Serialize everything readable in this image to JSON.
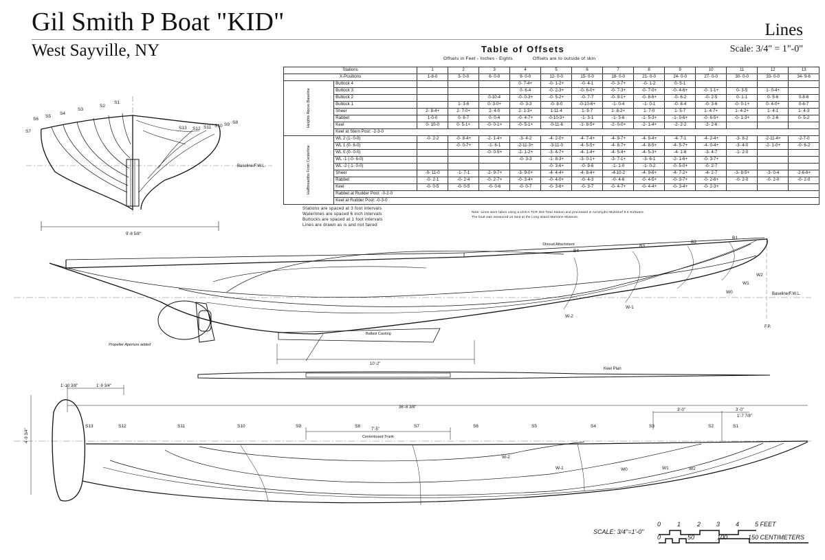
{
  "title": "Gil Smith P Boat \"KID\"",
  "subtitle": "West Sayville, NY",
  "sheet": "Lines",
  "scale_text": "Scale: 3/4\" = 1\"-0\"",
  "table": {
    "title": "Table of Offsets",
    "sub1": "Offsets in Feet - Inches - Eights",
    "sub2": "Offsets are to outside of skin",
    "station_hdr": "Stations",
    "xpos_hdr": "X-Positions",
    "stations": [
      "1",
      "2",
      "3",
      "4",
      "5",
      "6",
      "7",
      "8",
      "9",
      "10",
      "11",
      "12",
      "13"
    ],
    "xpos": [
      "1-8-0",
      "3- 0-0",
      "6- 0-0",
      "9- 0-0",
      "12- 0-0",
      "15- 0-0",
      "18- 0-0",
      "21- 0-0",
      "24- 0-0",
      "27- 0-0",
      "30- 0-0",
      "33- 0-0",
      "34- 9-6"
    ],
    "group1": "Heights Above Baseline",
    "group2": "Halfbreadths From Centerline",
    "rows1": [
      {
        "label": "Buttock 4",
        "cells": [
          "",
          "",
          "",
          "0- 7-4+",
          "-0- 1-2+",
          "-0- 4-1",
          "-0- 3-7+",
          "-0- 1-2",
          "0- 5-1",
          "",
          "",
          "",
          ""
        ]
      },
      {
        "label": "Buttock 3",
        "cells": [
          "",
          "",
          "",
          "0- 6-4",
          "-0- 2-3+",
          "-0- 6-0+",
          "-0- 7-3+",
          "-0- 7-0+",
          "-0- 4-6+",
          "-0- 1-1+",
          "0- 3-5",
          "1- 0-4+",
          ""
        ]
      },
      {
        "label": "Buttock 2",
        "cells": [
          "",
          "",
          "0-10-4",
          "-0- 0-3+",
          "-0- 5-2+",
          "-0- 7-7",
          "-0- 9-1+",
          "-0- 8-6+",
          "-0- 6-2",
          "-0- 2-5",
          "0- 1-1",
          "0- 5-6",
          "0-8-6"
        ]
      },
      {
        "label": "Buttock 1",
        "cells": [
          "",
          "1- 3-6",
          "0- 3-0+",
          "-0- 3-3",
          "-0- 8-0",
          "-0-10-6+",
          "-1- 0-4",
          "-1- 0-1",
          "-0- 8-4",
          "-0- 3-6",
          "-0- 0-1+",
          "0- 4-0+",
          "0-6-7"
        ]
      },
      {
        "label": "Sheer",
        "cells": [
          "2- 8-4+",
          "2- 7-0+",
          "2- 4-0",
          "2- 1-3+",
          "1-11-4",
          "1- 9-7",
          "1- 8-2+",
          "1- 7-0",
          "1- 5-7",
          "1- 4-7+",
          "1- 4-2+",
          "1- 4-1",
          "1- 4-3"
        ]
      },
      {
        "label": "Rabbet",
        "cells": [
          "1-0-0",
          "0- 6-7",
          "0- 0-4",
          "-0- 4-7+",
          "-0-10-3+",
          "-1- 3-1",
          "-1- 5-6",
          "-1- 5-3+",
          "-1- 0-6+",
          "-0- 6-5+",
          "-0- 1-3+",
          "0- 2-6",
          "0- 5-2"
        ]
      },
      {
        "label": "Keel",
        "cells": [
          "0- 10-0",
          "0- 5-1+",
          "-0- 0-1+",
          "-0- 5-1+",
          "-0-11-6",
          "-1- 8-5+",
          "-2- 0-0+",
          "-2- 1-4+",
          "-2- 2-2",
          "-2- 2-6",
          "",
          "",
          ""
        ]
      }
    ],
    "stern_post": "Keel at Stern Post: -2-3-0",
    "rows2": [
      {
        "label": "WL 2  (1- 0-0)",
        "cells": [
          "-0- 2-2",
          "-0- 8-4+",
          "-2- 1-4+",
          "-3- 4-2",
          "-4- 2-0+",
          "-4- 7-4+",
          "-4- 9-7+",
          "-4- 9-4+",
          "-4- 7-1",
          "-4- 2-4+",
          "-3- 8-2",
          "-2-11-4+",
          "-2-7-0"
        ]
      },
      {
        "label": "WL 1  (0- 6-0)",
        "cells": [
          "",
          "-0- 0-7+",
          "-1- 6-1",
          "-2-11-3+",
          "-3-11-0",
          "-4- 5-5+",
          "-4- 8-7+",
          "-4- 8-5+",
          "-4- 5-7+",
          "-4- 0-4+",
          "-3- 4-0",
          "-2- 1-0+",
          "-0- 6-2"
        ]
      },
      {
        "label": "WL 0  (0- 0-0)",
        "cells": [
          "",
          "",
          "-0- 0-5+",
          "-2- 1-2+",
          "-3- 4-7+",
          "-4- 1-4+",
          "-4- 5-4+",
          "-4- 5-3+",
          "-4- 1-6",
          "-3- 4-7",
          "-1- 2-0",
          "",
          ""
        ]
      },
      {
        "label": "WL -1  (-0- 6-0)",
        "cells": [
          "",
          "",
          "",
          "-0- 3-3",
          "-1- 8-3+",
          "-3- 0-1+",
          "-3- 7-1+",
          "-3- 6-1",
          "-2- 1-6+",
          "-0- 3-7+",
          "",
          "",
          ""
        ]
      },
      {
        "label": "WL -2  (-1- 0-0)",
        "cells": [
          "",
          "",
          "",
          "",
          "-0- 3-6+",
          "-0- 9-6",
          "-1- 1-0",
          "-1- 0-2",
          "-0- 5-0+",
          "-0- 2-7",
          "",
          "",
          ""
        ]
      },
      {
        "label": "Sheer",
        "cells": [
          "-0- 11-0",
          "-1- 7-1",
          "-2- 9-7+",
          "-3- 9-0+",
          "-4- 4-4+",
          "-4- 8-4+",
          "-4-10-2",
          "-4- 9-6+",
          "-4- 7-2+",
          "-4- 2-7",
          "-3- 8-5+",
          "-3- 0-4",
          "-2-6-6+"
        ]
      },
      {
        "label": "Rabbet",
        "cells": [
          "-0- 2-1",
          "-0- 2-4",
          "-0- 2-7+",
          "-0- 3-4+",
          "-0- 4-0+",
          "-0- 4-3",
          "-0- 4-6",
          "-0- 4-5+",
          "-0- 3-7+",
          "-0- 2-6+",
          "-0- 2-0",
          "-0- 2-0",
          "-0- 2-0"
        ]
      },
      {
        "label": "Keel",
        "cells": [
          "-0- 0-5",
          "-0- 0-5",
          "-0- 0-6",
          "-0- 0-7",
          "-0- 3-6+",
          "-0- 3-7",
          "-0- 4-7+",
          "-0- 4-4+",
          "-0- 3-4+",
          "-0- 2-3+",
          "",
          "",
          ""
        ]
      }
    ],
    "rudder_rabbet": "Rabbet at Rudder Post: -0-2-0",
    "rudder_keel": "Keel at Rudder Post: -0-3-0"
  },
  "notes_left": [
    "Stations are spaced at 3 foot intervals",
    "Waterlines are spaced 6 inch intervals",
    "Buttocks are spaced at 1 foot intervals",
    "Lines are drawn as is and not faired"
  ],
  "notes_right": [
    "Note: Lines were taken using a LEICA TCR 303 Total Station and processed in Aerohydro MultiSurf 6.6 Software.",
    "The boat was measured on land at the Long Island Maritime Museum."
  ],
  "body_plan": {
    "stations_left": [
      "S7",
      "S6",
      "S5",
      "S4",
      "S3",
      "S2",
      "S1"
    ],
    "stations_right": [
      "S13",
      "S12",
      "S11",
      "S10",
      "S9",
      "S8"
    ],
    "baseline": "Baseline/F.W.L.",
    "beam": "9'-8 5/8\""
  },
  "profile": {
    "buttocks": [
      "B4",
      "B3",
      "B2",
      "B1"
    ],
    "shroud": "Shroud Attachment",
    "waterlines": [
      "W2",
      "W1",
      "W0"
    ],
    "baseline": "Baseline/F.W.L.",
    "w_neg": [
      "W-1",
      "W-2"
    ],
    "ballast": "Ballast Casting",
    "aperture": "Propeller Aperture added",
    "keel_len": "10'-2\"",
    "fp": "F.P."
  },
  "keel_plan": "Keel Plan",
  "half_breadth": {
    "dim_a": "1'-10 3/8\"",
    "dim_b": "1'-9 3/4\"",
    "overall": "36'-8 3/8\"",
    "stations": [
      "S13",
      "S12",
      "S11",
      "S10",
      "S9",
      "S8",
      "S7",
      "S6",
      "S5",
      "S4",
      "S3",
      "S2",
      "S1"
    ],
    "transom": "4'-9 3/4\"",
    "trunk_dim": "7'-5\"",
    "trunk": "Centerboard Trunk",
    "fwd_a": "3'-0\"",
    "fwd_b": "3'-0\"",
    "fwd_c": "1'-7 7/8\"",
    "waterlines": [
      "W-2",
      "W-1",
      "W0",
      "W1",
      "W2"
    ]
  },
  "scale_bar": {
    "label": "SCALE: 3/4\"=1'-0\"",
    "feet": [
      "0",
      "1",
      "2",
      "3",
      "4",
      "5 FEET"
    ],
    "cm": [
      "0",
      "50",
      "100",
      "150 CENTIMETERS"
    ]
  }
}
